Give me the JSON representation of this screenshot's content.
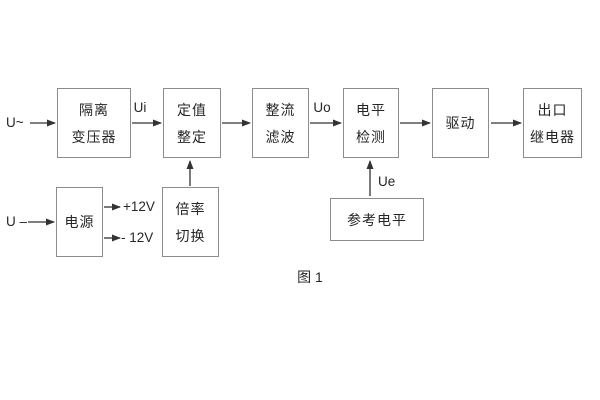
{
  "caption": "图 1",
  "blocks": {
    "isolation_transformer": {
      "line1": "隔离",
      "line2": "变压器"
    },
    "setting_adjust": {
      "line1": "定值",
      "line2": "整定"
    },
    "rectifier_filter": {
      "line1": "整流",
      "line2": "滤波"
    },
    "level_detect": {
      "line1": "电平",
      "line2": "检测"
    },
    "driver": {
      "label": "驱动"
    },
    "output_relay": {
      "line1": "出口",
      "line2": "继电器"
    },
    "power_supply": {
      "label": "电源"
    },
    "ratio_switch": {
      "line1": "倍率",
      "line2": "切换"
    },
    "reference_level": {
      "label": "参考电平"
    }
  },
  "signals": {
    "input_ac": "U~",
    "input_dc": "U –",
    "ui": "Ui",
    "uo": "Uo",
    "ue": "Ue",
    "plus12v": "+12V",
    "minus12v": "- 12V"
  },
  "colors": {
    "border": "#8c8c8c",
    "text": "#262626",
    "wire": "#333333",
    "background": "#ffffff"
  }
}
